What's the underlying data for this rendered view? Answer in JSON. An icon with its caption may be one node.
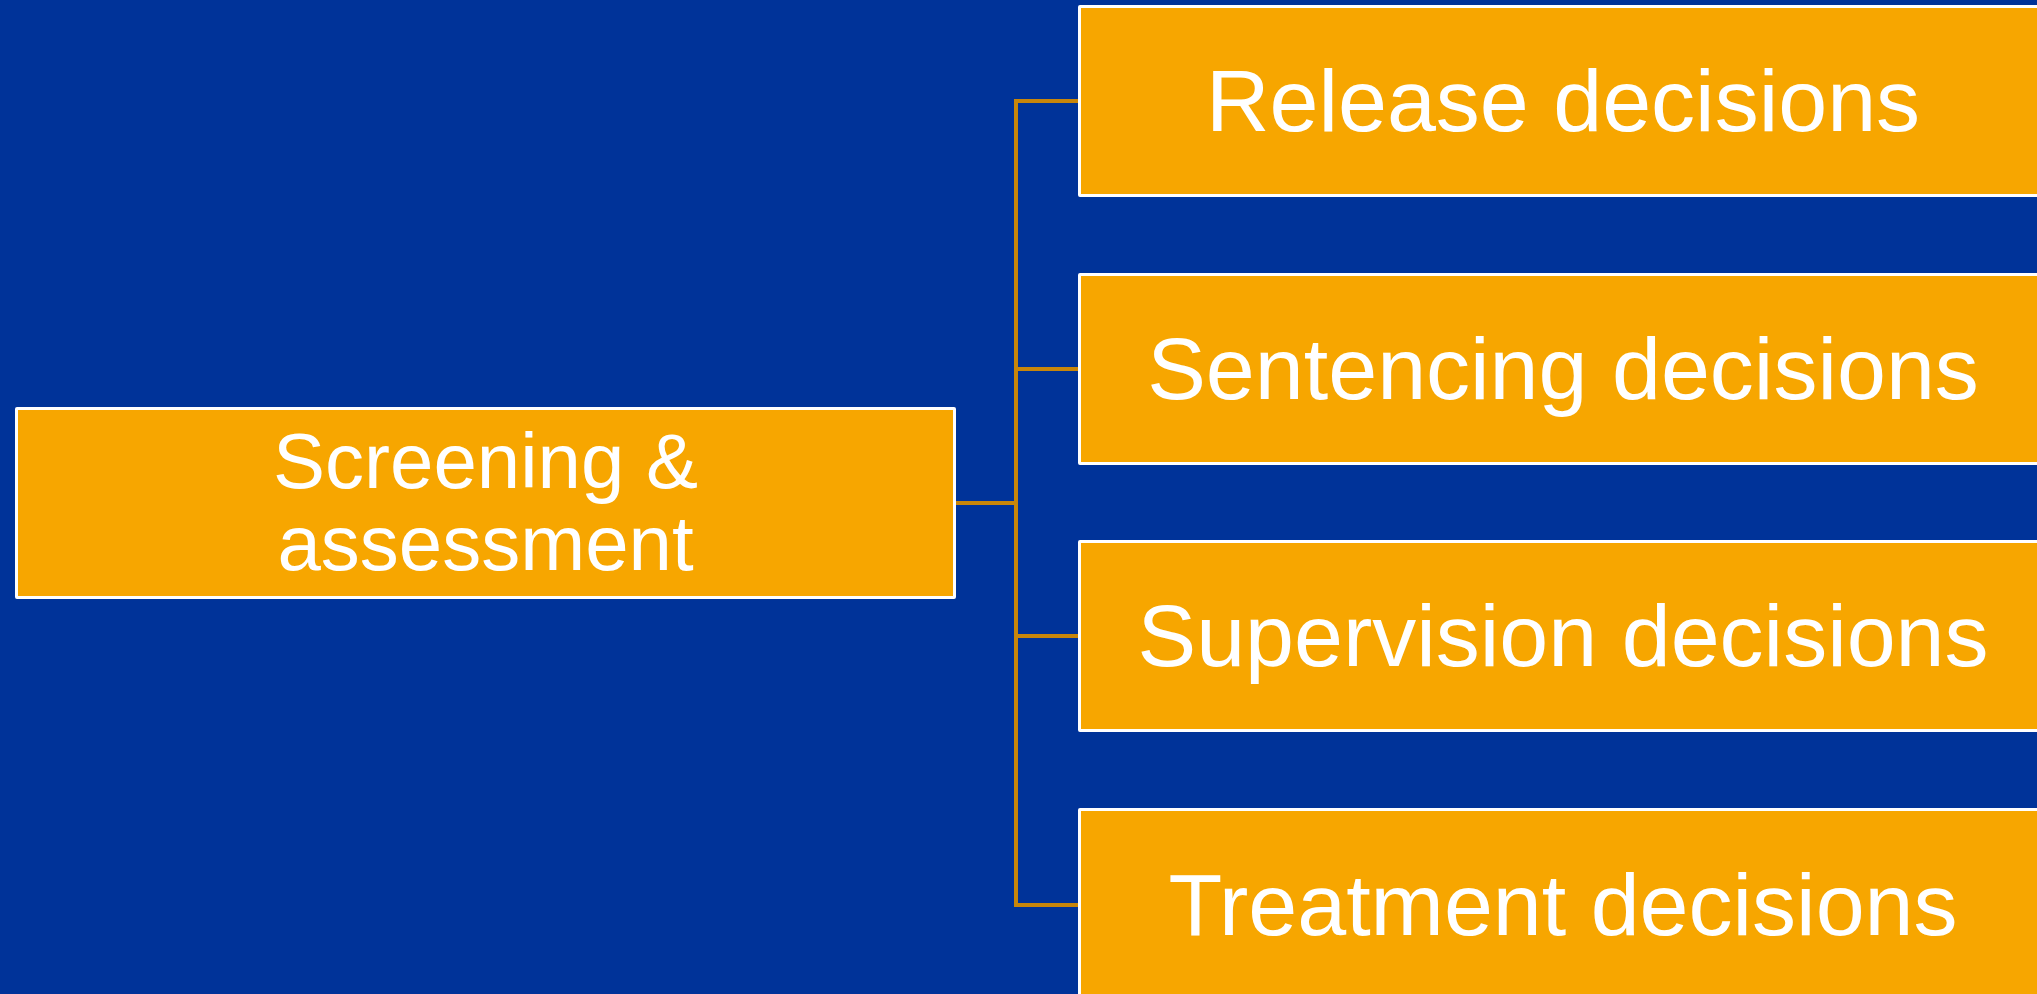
{
  "diagram": {
    "nodes": [
      {
        "text": [
          "Screening & assessment"
        ]
      },
      {
        "text": [
          "Release decisions"
        ]
      },
      {
        "text": [
          "Sentencing decisions"
        ]
      },
      {
        "text": [
          "Supervision decisions"
        ]
      },
      {
        "text": [
          "Treatment decisions"
        ]
      }
    ],
    "edges": [
      {
        "from": 0,
        "to": 1,
        "arrow": "none"
      },
      {
        "from": 0,
        "to": 2,
        "arrow": "none"
      },
      {
        "from": 0,
        "to": 3,
        "arrow": "none"
      },
      {
        "from": 0,
        "to": 4,
        "arrow": "none"
      }
    ]
  }
}
